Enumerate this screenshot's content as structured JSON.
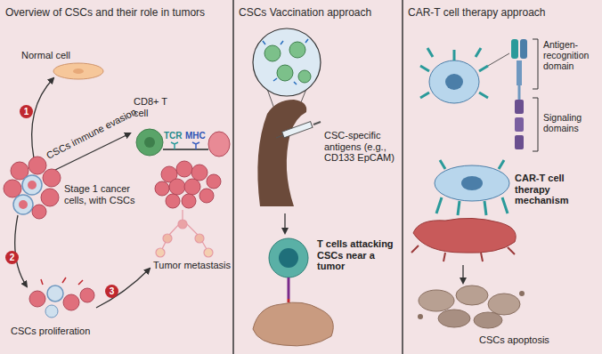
{
  "diagram": {
    "nodes": [
      {
        "text": [
          "Overview of CSCs and their role in tumors"
        ]
      },
      {
        "text": [
          "CSCs Vaccination approach"
        ]
      },
      {
        "text": [
          "CAR-T cell therapy approach"
        ]
      }
    ],
    "labels": [
      "Normal cell",
      "1",
      "CSCs immune evasion",
      "CD8+ T cell",
      "TCR",
      "MHC",
      "Stage 1 cancer cells, with CSCs",
      "Tumor metastasis",
      "2",
      "CSCs proliferation",
      "3",
      "CSC-specific antigens (e.g., CD133 EpCAM)",
      "T cells attacking CSCs near a tumor",
      "Antigen-recognition domain",
      "Signaling domains",
      "CAR-T cell therapy mechanism",
      "CSCs apoptosis"
    ]
  }
}
